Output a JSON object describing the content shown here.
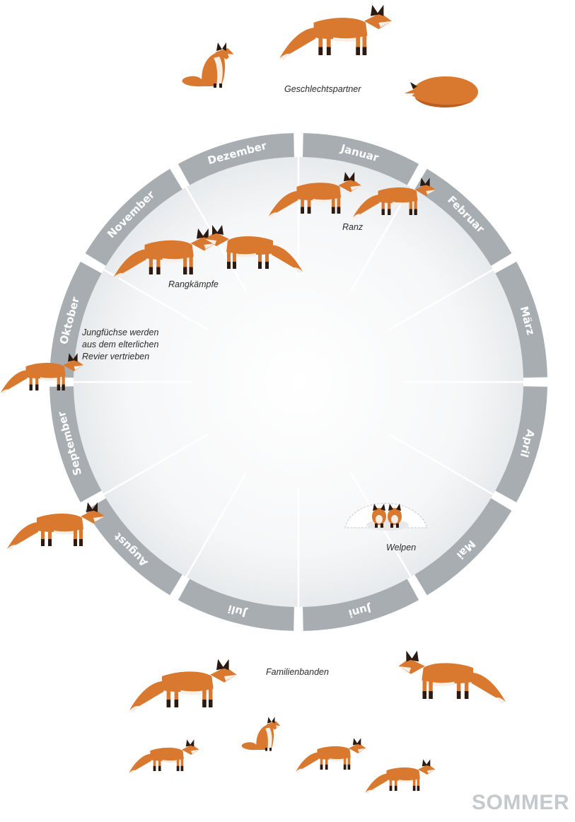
{
  "months": [
    "Januar",
    "Februar",
    "März",
    "April",
    "Mai",
    "Juni",
    "Juli",
    "August",
    "September",
    "Oktober",
    "November",
    "Dezember"
  ],
  "captions": {
    "geschlechtspartner": "Geschlechtspartner",
    "ranz": "Ranz",
    "rangkaempfe": "Rangkämpfe",
    "vertrieben": [
      "Jungfüchse werden",
      "aus dem elterlichen",
      "Revier vertrieben"
    ],
    "welpen": "Welpen",
    "familienbanden": "Familienbanden"
  },
  "season_label": "SOMMER",
  "colors": {
    "ring": "#a7adb1",
    "ring_divider": "#ffffff",
    "fox_body": "#d9782f",
    "fox_dark": "#2a1a12",
    "fox_light": "#f7efe6"
  },
  "icons": [
    "fox-illustration",
    "fox-den-icon"
  ]
}
